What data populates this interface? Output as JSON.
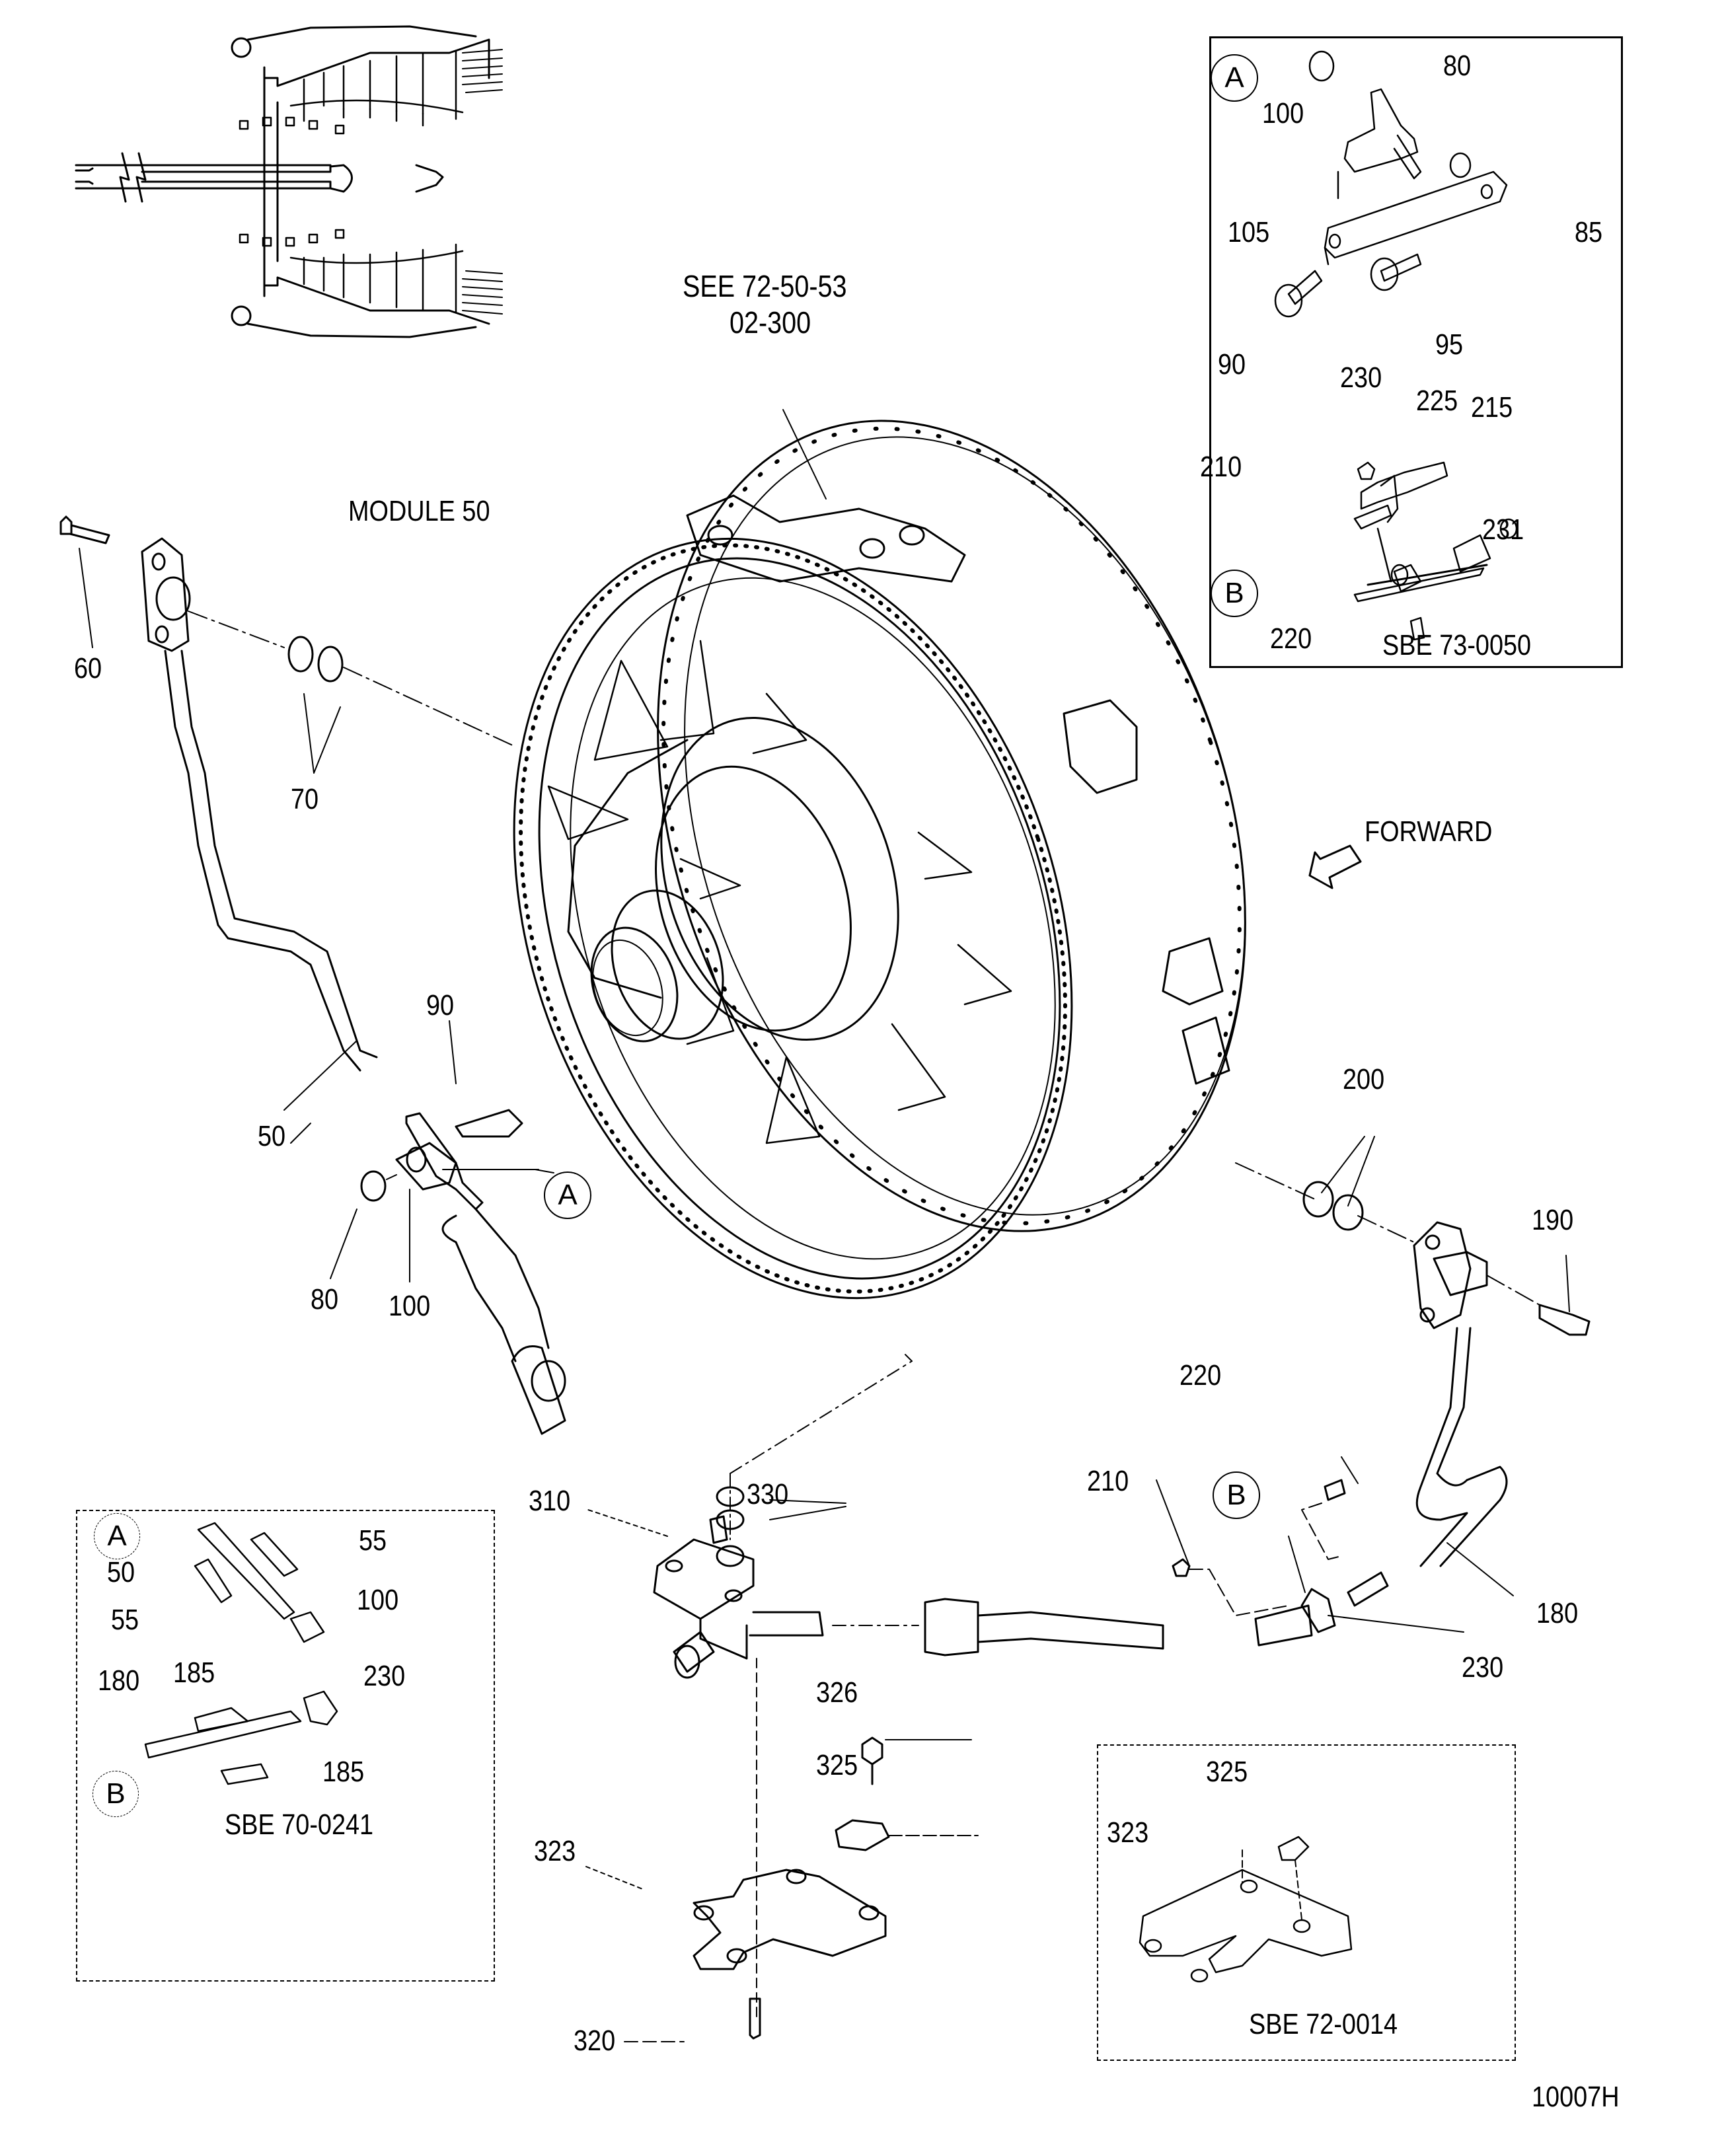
{
  "figure": {
    "figure_id": "10007H",
    "module_label": "MODULE 50",
    "reference_note": {
      "line1": "SEE 72-50-53",
      "line2": "02-300"
    },
    "direction_label": "FORWARD",
    "line_color": "#000000",
    "background_color": "#ffffff"
  },
  "main_callouts": [
    {
      "id": "c60",
      "text": "60"
    },
    {
      "id": "c70",
      "text": "70"
    },
    {
      "id": "c50",
      "text": "50"
    },
    {
      "id": "c90",
      "text": "90"
    },
    {
      "id": "c80",
      "text": "80"
    },
    {
      "id": "c100",
      "text": "100"
    },
    {
      "id": "c200",
      "text": "200"
    },
    {
      "id": "c190",
      "text": "190"
    },
    {
      "id": "c220",
      "text": "220"
    },
    {
      "id": "c210",
      "text": "210"
    },
    {
      "id": "c180",
      "text": "180"
    },
    {
      "id": "c230",
      "text": "230"
    },
    {
      "id": "c310",
      "text": "310"
    },
    {
      "id": "c330",
      "text": "330"
    },
    {
      "id": "c326",
      "text": "326"
    },
    {
      "id": "c325",
      "text": "325"
    },
    {
      "id": "c323",
      "text": "323"
    },
    {
      "id": "c320",
      "text": "320"
    }
  ],
  "detail_refs": {
    "a": "A",
    "b": "B"
  },
  "insets": {
    "top_right": {
      "sbe": "SBE 73-0050",
      "view_a": "A",
      "view_b": "B",
      "callouts": {
        "c80": "80",
        "c100": "100",
        "c105": "105",
        "c85": "85",
        "c90": "90",
        "c95": "95",
        "c230": "230",
        "c225": "225",
        "c215": "215",
        "c210": "210",
        "c231": "231",
        "c220": "220"
      }
    },
    "bottom_left": {
      "sbe": "SBE 70-0241",
      "view_a": "A",
      "view_b": "B",
      "callouts": {
        "c55a": "55",
        "c50": "50",
        "c55b": "55",
        "c100": "100",
        "c185a": "185",
        "c180": "180",
        "c230": "230",
        "c185b": "185"
      }
    },
    "bottom_right": {
      "sbe": "SBE 72-0014",
      "callouts": {
        "c325": "325",
        "c323": "323"
      }
    }
  }
}
